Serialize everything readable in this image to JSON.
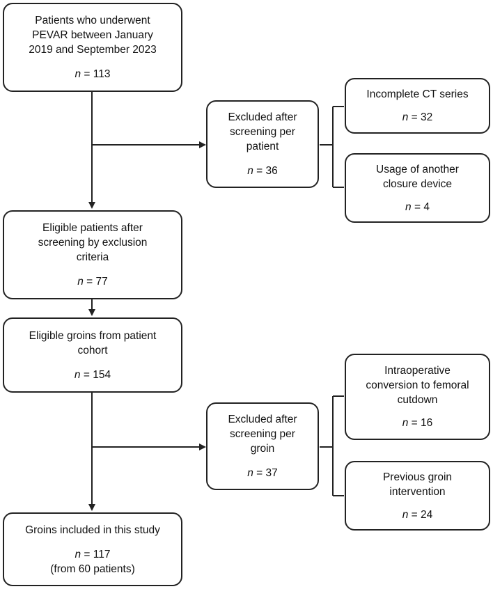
{
  "boxes": {
    "pevar": {
      "text": "Patients who underwent\nPEVAR between January\n2019 and September 2023",
      "n": "113"
    },
    "excl_patient": {
      "text": "Excluded after\nscreening per\npatient",
      "n": "36"
    },
    "incomplete_ct": {
      "text": "Incomplete CT series",
      "n": "32"
    },
    "other_device": {
      "text": "Usage of another\nclosure device",
      "n": "4"
    },
    "eligible_patients": {
      "text": "Eligible patients after\nscreening by exclusion\ncriteria",
      "n": "77"
    },
    "eligible_groins": {
      "text": "Eligible groins from patient\ncohort",
      "n": "154"
    },
    "excl_groin": {
      "text": "Excluded after\nscreening per\ngroin",
      "n": "37"
    },
    "conversion": {
      "text": "Intraoperative\nconversion to femoral\ncutdown",
      "n": "16"
    },
    "prev_groin": {
      "text": "Previous groin\nintervention",
      "n": "24"
    },
    "included": {
      "text": "Groins included in this study",
      "n": "117",
      "note": "(from 60 patients)"
    }
  },
  "n_symbol": "n",
  "n_equals": " = "
}
